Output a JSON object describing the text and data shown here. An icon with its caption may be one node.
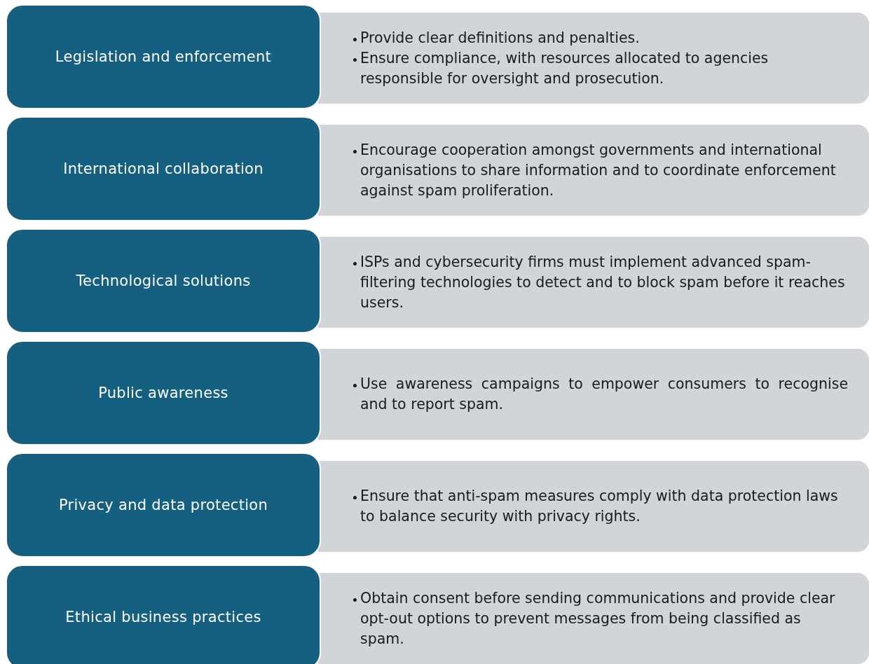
{
  "diagram": {
    "nodes": [
      {
        "text": [
          "Legislation and enforcement"
        ]
      },
      {
        "text": [
          "Provide clear definitions and penalties.",
          "Ensure compliance, with resources allocated to agencies responsible for oversight and prosecution."
        ]
      },
      {
        "text": [
          "International collaboration"
        ]
      },
      {
        "text": [
          "Encourage cooperation amongst governments and international organisations to share information and to coordinate enforcement against spam proliferation."
        ]
      },
      {
        "text": [
          "Technological solutions"
        ]
      },
      {
        "text": [
          "ISPs and cybersecurity firms must implement advanced spam-filtering technologies to detect and to block spam before it reaches users."
        ]
      },
      {
        "text": [
          "Public awareness"
        ]
      },
      {
        "text": [
          "Use awareness campaigns to empower consumers to recognise and to report spam."
        ]
      },
      {
        "text": [
          "Privacy and data protection"
        ]
      },
      {
        "text": [
          "Ensure that anti-spam measures comply with data protection laws to balance security with privacy rights."
        ]
      },
      {
        "text": [
          "Ethical business practices"
        ]
      },
      {
        "text": [
          "Obtain consent before sending communications and provide clear opt-out options to prevent messages from being classified as spam."
        ]
      }
    ]
  }
}
